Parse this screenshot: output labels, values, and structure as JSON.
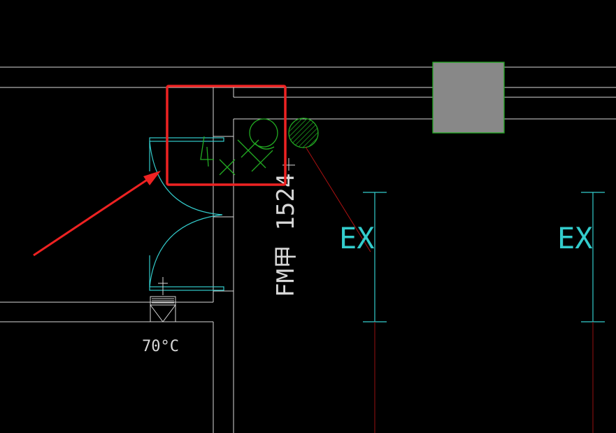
{
  "colors": {
    "background": "#000000",
    "wall": "#d8d8d8",
    "door": "#33cccc",
    "symbol_green": "#22aa22",
    "equipment_fill": "#888888",
    "equipment_border": "#22aa22",
    "leader_red": "#aa1111",
    "highlight_red": "#ee2222",
    "column_red": "#991111"
  },
  "labels": {
    "door_label": "FM甲 1524",
    "temperature": "70°C",
    "exhaust_left": "EX",
    "exhaust_right": "EX",
    "handwritten_note": "4×1"
  },
  "icons": {
    "fire_damper": "fusible-link-damper-icon",
    "valve_open": "valve-circle-icon",
    "valve_hatched": "hatched-circle-icon",
    "arrow": "red-arrow-icon"
  }
}
